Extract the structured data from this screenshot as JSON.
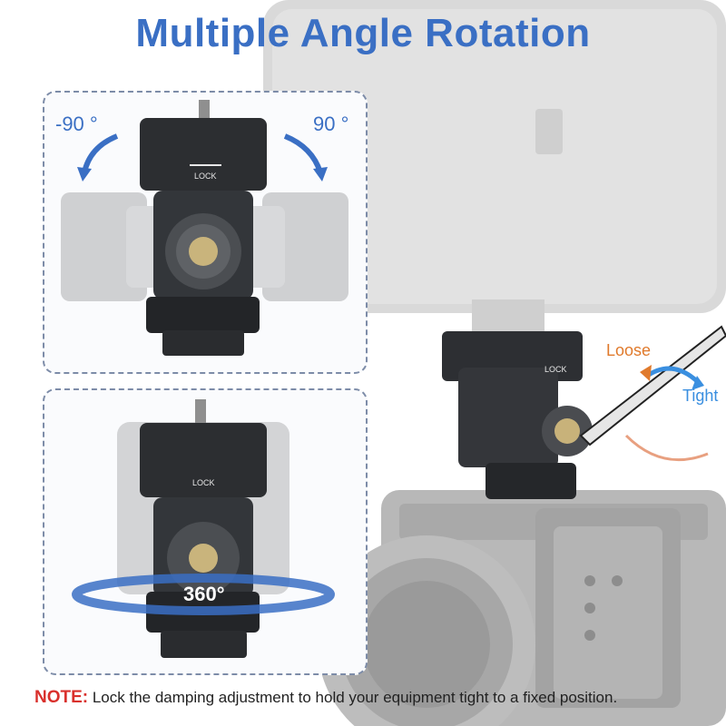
{
  "title": "Multiple Angle Rotation",
  "panel_top": {
    "left_angle": "-90 °",
    "right_angle": "90 °"
  },
  "panel_bottom": {
    "rotation": "360°"
  },
  "right_scene": {
    "loose": "Loose",
    "tight": "Tight"
  },
  "lock_label": "LOCK",
  "note": {
    "prefix": "NOTE:",
    "text": " Lock the damping adjustment to hold your equipment tight to a fixed position."
  },
  "colors": {
    "title_blue": "#3a6fc4",
    "note_red": "#d9302c",
    "loose_orange": "#e07a2c",
    "tight_blue": "#3a8fe0"
  }
}
